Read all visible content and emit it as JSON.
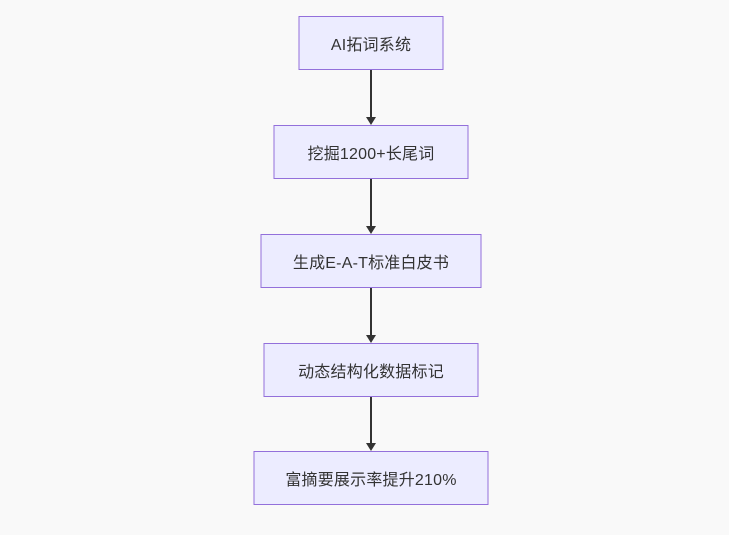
{
  "diagram": {
    "type": "flowchart",
    "direction": "top-down",
    "nodes": [
      {
        "label": "AI拓词系统"
      },
      {
        "label": "挖掘1200+长尾词"
      },
      {
        "label": "生成E-A-T标准白皮书"
      },
      {
        "label": "动态结构化数据标记"
      },
      {
        "label": "富摘要展示率提升210%"
      }
    ],
    "edges": [
      {
        "from": "AI拓词系统",
        "to": "挖掘1200+长尾词",
        "style": "solid-arrow"
      },
      {
        "from": "挖掘1200+长尾词",
        "to": "生成E-A-T标准白皮书",
        "style": "solid-arrow"
      },
      {
        "from": "生成E-A-T标准白皮书",
        "to": "动态结构化数据标记",
        "style": "solid-arrow"
      },
      {
        "from": "动态结构化数据标记",
        "to": "富摘要展示率提升210%",
        "style": "solid-arrow"
      }
    ]
  },
  "colors": {
    "background": "#f9f9f9",
    "node_fill": "#ececff",
    "node_border": "#9370db",
    "node_text": "#333333",
    "arrow": "#333333"
  }
}
